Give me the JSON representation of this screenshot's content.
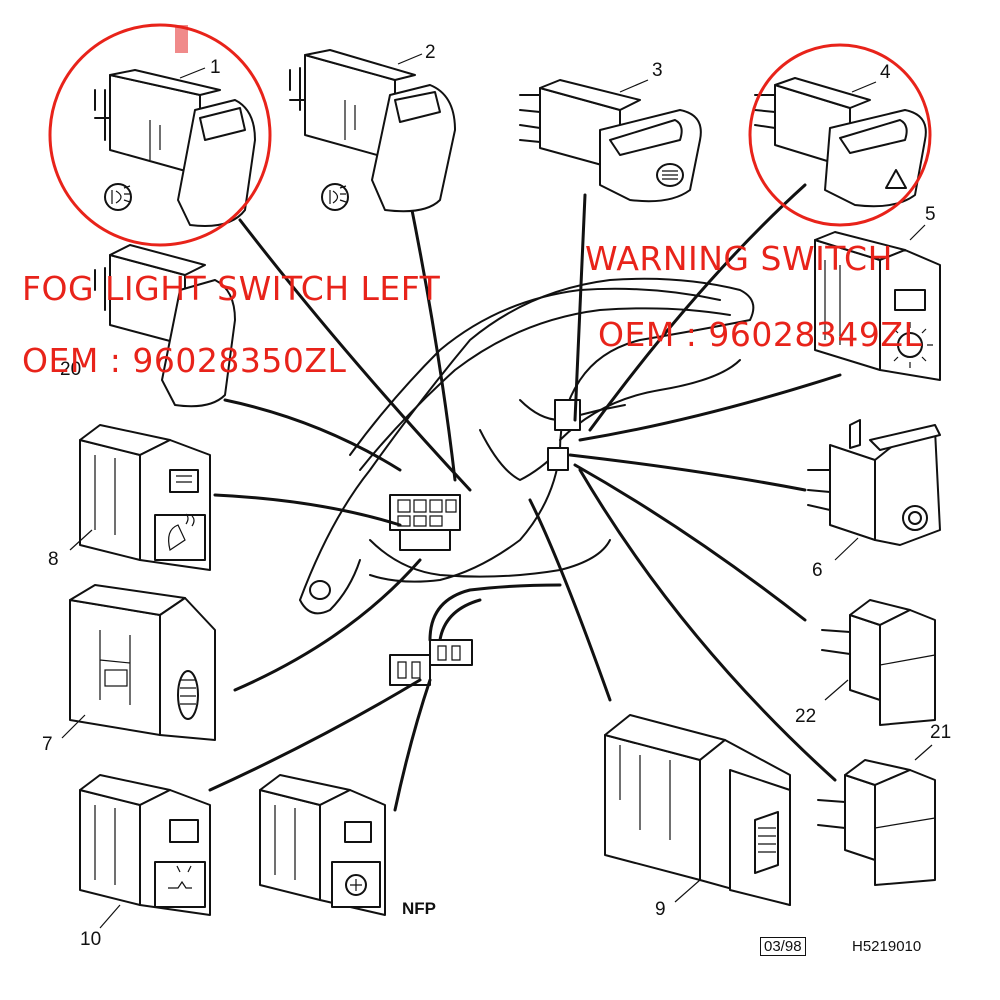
{
  "callouts": [
    "1",
    "2",
    "3",
    "4",
    "5",
    "6",
    "7",
    "8",
    "9",
    "10",
    "20",
    "21",
    "22"
  ],
  "labels": {
    "fog_title": "FOG LIGHT SWITCH LEFT",
    "fog_oem": "OEM : 96028350ZL",
    "warning_title": "WARNING SWITCH",
    "warning_oem": "OEM : 96028349ZL",
    "nfp": "NFP",
    "date_code": "03/98",
    "drawing_code": "H5219010"
  },
  "colors": {
    "annotation": "#e8231a",
    "line": "#111111",
    "marker": "#f08a8a"
  },
  "icons": [
    "fog-light-icon",
    "rear-fog-icon",
    "hazard-triangle-icon",
    "heated-rear-window-icon",
    "seat-heater-icon",
    "lighting-icon",
    "mirror-adjust-icon",
    "dimmer-wheel-icon",
    "heated-seat-icon"
  ]
}
